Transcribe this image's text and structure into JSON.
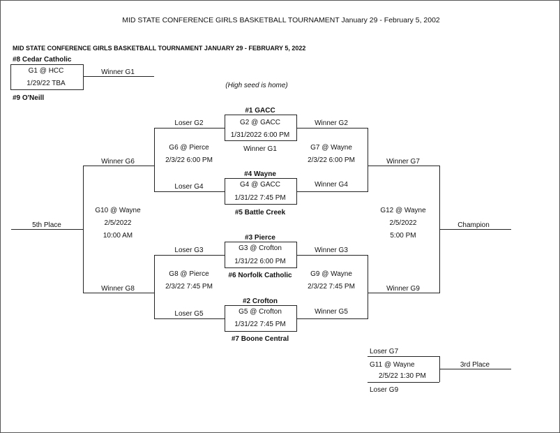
{
  "header": "MID STATE CONFERENCE GIRLS BASKETBALL TOURNAMENT January 29 - February 5, 2002",
  "subtitle": "MID STATE CONFERENCE GIRLS BASKETBALL TOURNAMENT JANUARY 29 - FEBRUARY 5, 2022",
  "note": "(High seed is home)",
  "g1": {
    "top_team": "#8 Cedar Catholic",
    "bottom_team": "#9 O'Neill",
    "line1": "G1  @ HCC",
    "line2": "1/29/22 TBA",
    "out": "Winner G1"
  },
  "g2": {
    "seed_label": "#1 GACC",
    "line1": "G2 @ GACC",
    "line2": "1/31/2022 6:00 PM",
    "below": "Winner G1",
    "left": "Loser G2",
    "right": "Winner G2"
  },
  "g4": {
    "seed_label": "#4 Wayne",
    "line1": "G4 @ GACC",
    "line2": "1/31/22 7:45 PM",
    "below": "#5 Battle Creek",
    "left": "Loser G4",
    "right": "Winner G4"
  },
  "g3": {
    "seed_label": "#3 Pierce",
    "line1": "G3 @ Crofton",
    "line2": "1/31/22 6:00 PM",
    "below": "#6 Norfolk Catholic",
    "left": "Loser G3",
    "right": "Winner  G3"
  },
  "g5": {
    "seed_label": "#2 Crofton",
    "line1": "G5 @  Crofton",
    "line2": "1/31/22 7:45 PM",
    "below": "#7 Boone Central",
    "left": "Loser G5",
    "right": "Winner G5"
  },
  "g6": {
    "line1": "G6 @ Pierce",
    "line2": "2/3/22 6:00 PM",
    "out": "Winner G6"
  },
  "g7": {
    "line1": "G7 @ Wayne",
    "line2": "2/3/22 6:00 PM",
    "out": "Winner G7"
  },
  "g8": {
    "line1": "G8 @ Pierce",
    "line2": "2/3/22 7:45 PM",
    "out": "Winner G8"
  },
  "g9": {
    "line1": "G9 @ Wayne",
    "line2": "2/3/22 7:45 PM",
    "out": "Winner G9"
  },
  "g10": {
    "line1": "G10 @ Wayne",
    "line2": "2/5/2022",
    "line3": "10:00 AM",
    "out": "5th Place"
  },
  "g12": {
    "line1": "G12 @ Wayne",
    "line2": "2/5/2022",
    "line3": "5:00 PM",
    "out": "Champion"
  },
  "g11": {
    "top": "Loser G7",
    "line1": "G11 @ Wayne",
    "line2": "2/5/22 1:30 PM",
    "bottom": "Loser G9",
    "out": "3rd Place"
  }
}
